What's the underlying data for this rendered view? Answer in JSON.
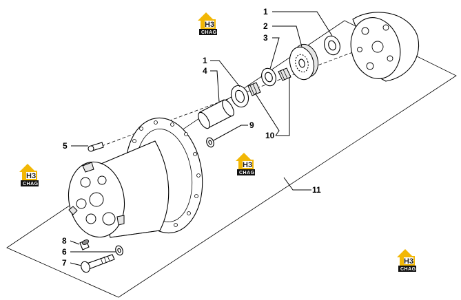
{
  "diagram": {
    "callouts": [
      {
        "id": "c1a",
        "label": "1"
      },
      {
        "id": "c2",
        "label": "2"
      },
      {
        "id": "c3",
        "label": "3"
      },
      {
        "id": "c1b",
        "label": "1"
      },
      {
        "id": "c4",
        "label": "4"
      },
      {
        "id": "c5",
        "label": "5"
      },
      {
        "id": "c9",
        "label": "9"
      },
      {
        "id": "c10",
        "label": "10"
      },
      {
        "id": "c11",
        "label": "11"
      },
      {
        "id": "c8",
        "label": "8"
      },
      {
        "id": "c6",
        "label": "6"
      },
      {
        "id": "c7",
        "label": "7"
      }
    ]
  },
  "logos": [
    {
      "mark": "H3",
      "text": "CHAG",
      "accent": "#f2b705"
    },
    {
      "mark": "H3",
      "text": "CHAG",
      "accent": "#f2b705"
    },
    {
      "mark": "H3",
      "text": "CHAG",
      "accent": "#f2b705"
    },
    {
      "mark": "H3",
      "text": "CHAG",
      "accent": "#f2b705"
    }
  ]
}
